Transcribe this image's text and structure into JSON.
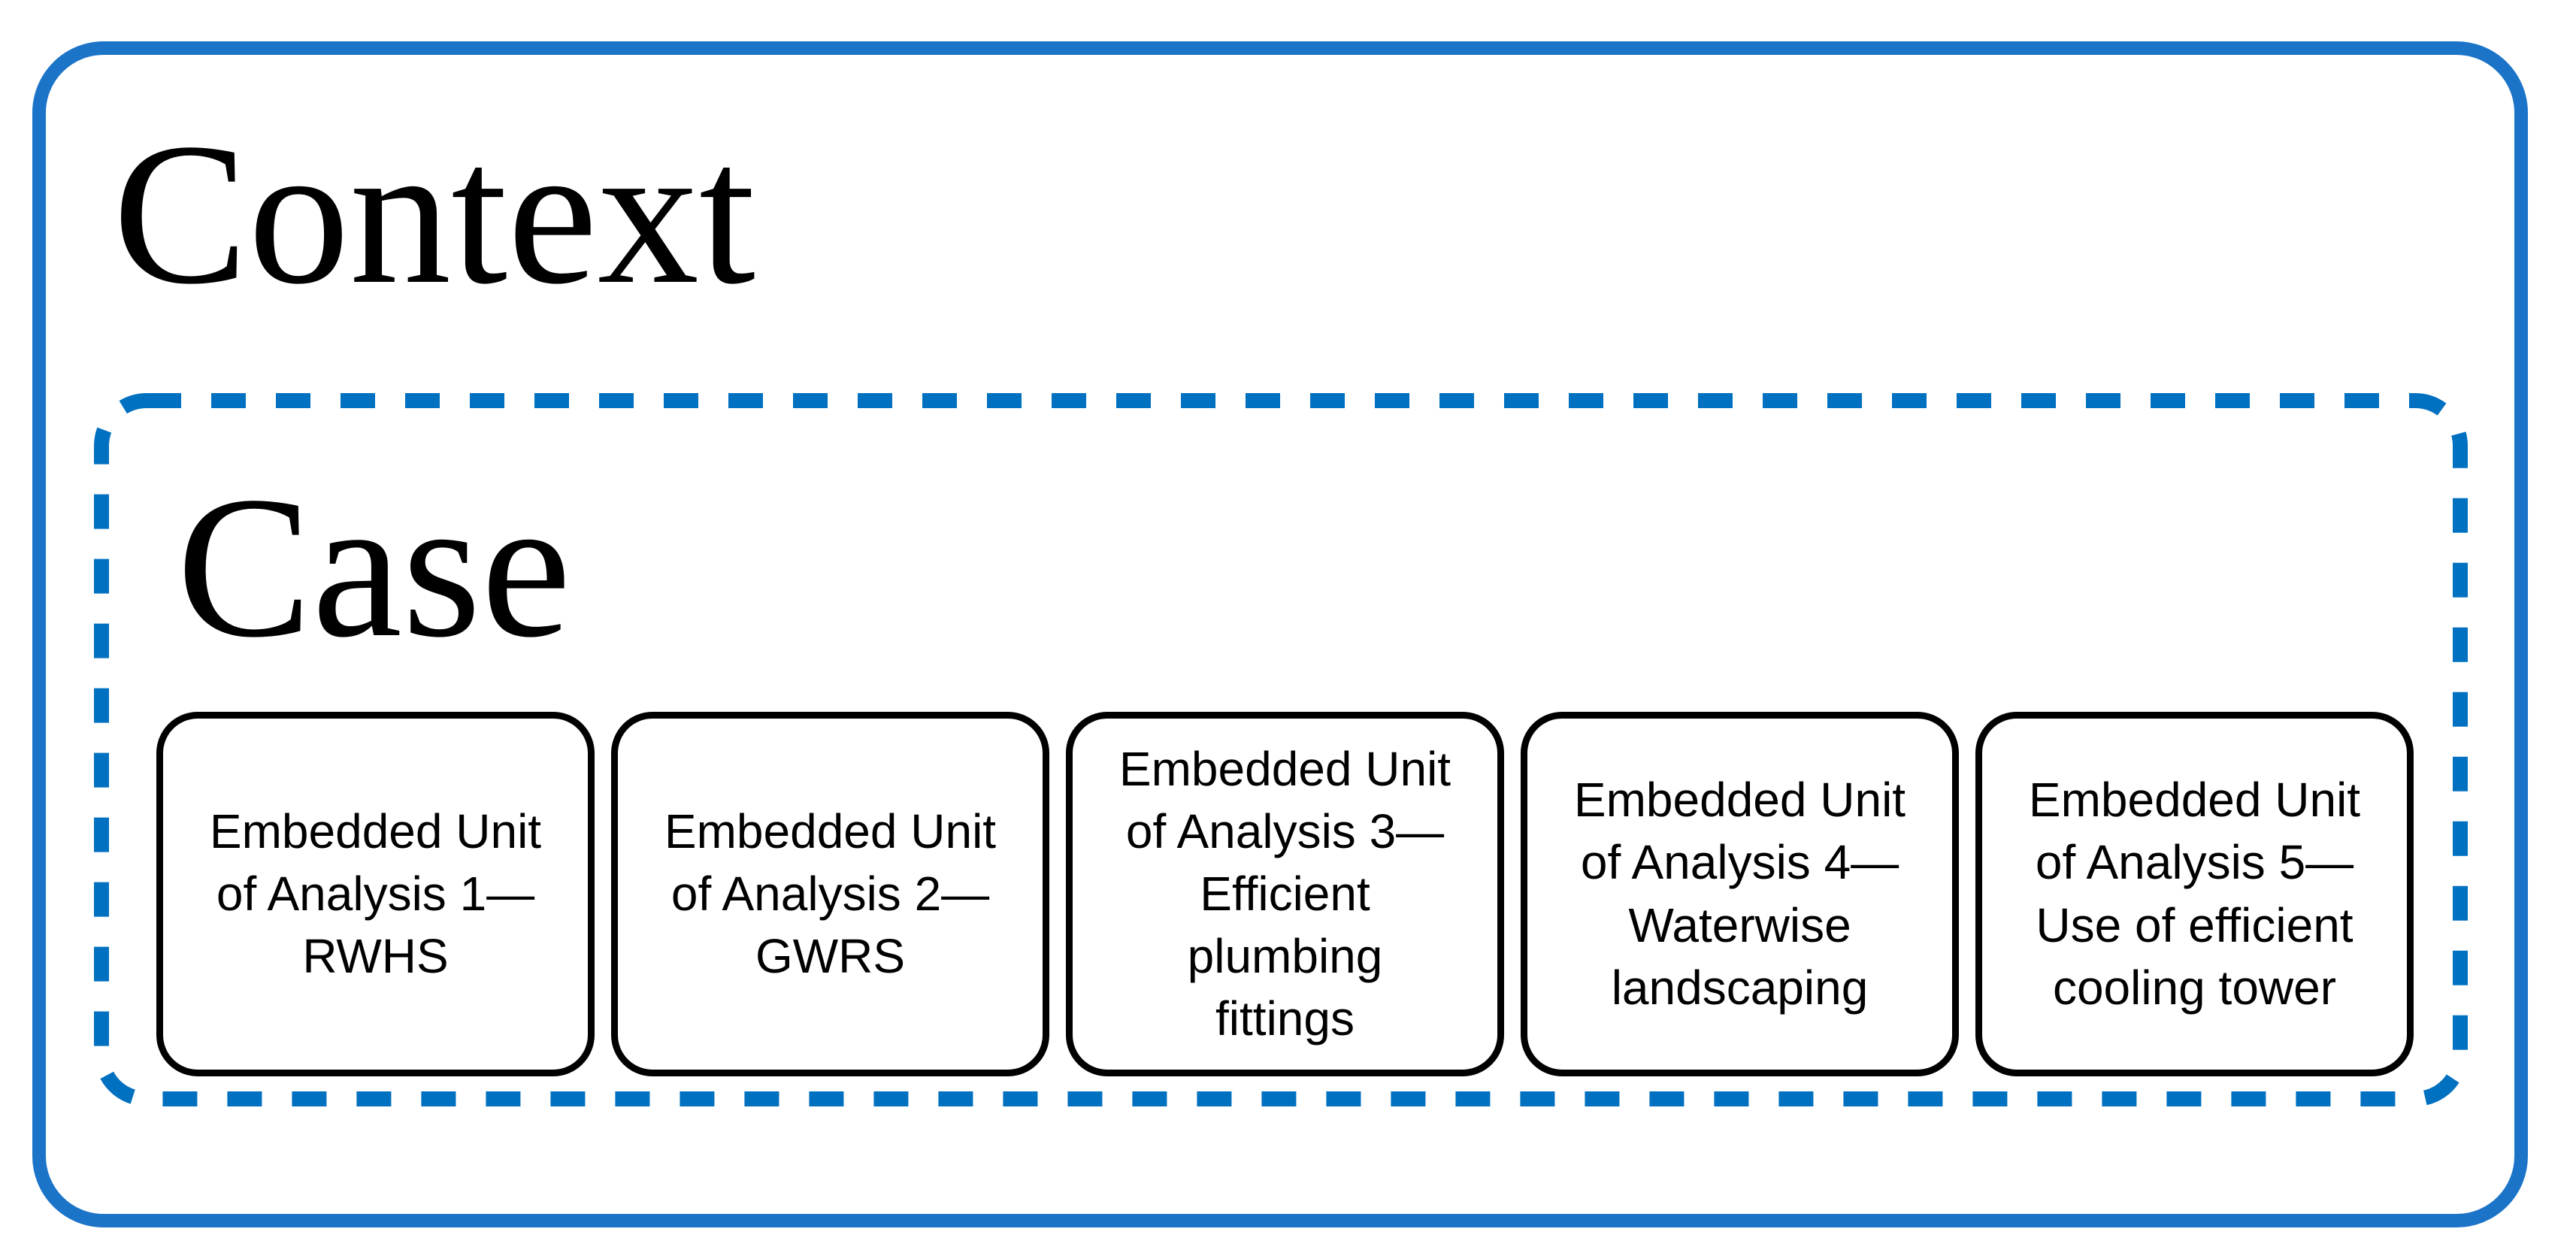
{
  "figure": {
    "context_label": "Context",
    "case_label": "Case",
    "units": [
      {
        "text": "Embedded Unit\nof Analysis 1—\nRWHS"
      },
      {
        "text": "Embedded Unit\nof Analysis 2—\nGWRS"
      },
      {
        "text": "Embedded Unit\nof Analysis 3—\nEfficient\nplumbing\nfittings"
      },
      {
        "text": "Embedded Unit\nof Analysis 4—\nWaterwise\nlandscaping"
      },
      {
        "text": "Embedded Unit\nof Analysis 5—\nUse of efficient\ncooling tower"
      }
    ],
    "colors": {
      "outer_border_blue": "#1B74C8",
      "dashed_border_blue": "#0070C0",
      "unit_border_black": "#000000",
      "text_black": "#000000",
      "background": "#FFFFFF"
    }
  }
}
